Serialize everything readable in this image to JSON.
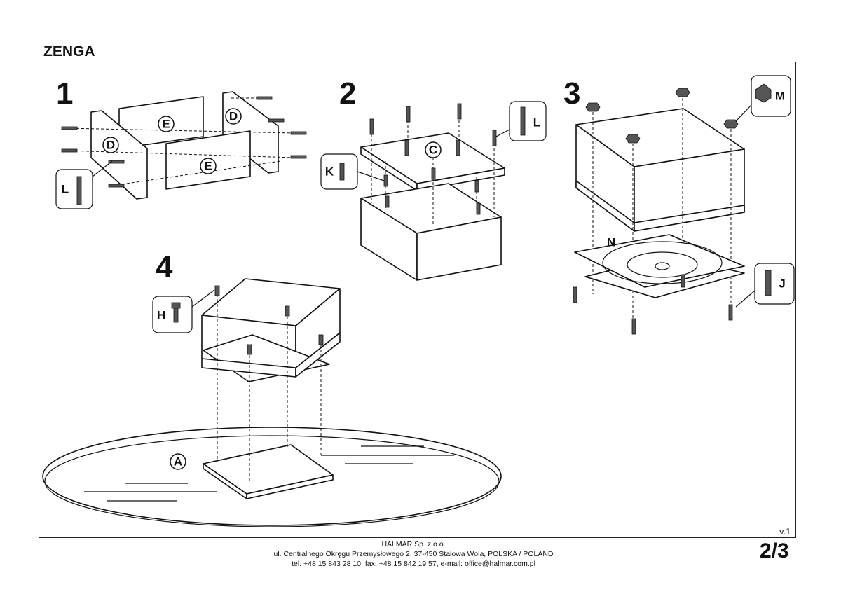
{
  "title": "ZENGA",
  "steps": [
    "1",
    "2",
    "3",
    "4"
  ],
  "parts": {
    "A": "A",
    "C": "C",
    "D": "D",
    "E": "E",
    "H": "H",
    "J": "J",
    "K": "K",
    "L": "L",
    "M": "M",
    "N": "N"
  },
  "version": "v.1",
  "page": "2/3",
  "footer": {
    "company": "HALMAR Sp. z o.o.",
    "address": "ul. Centralnego Okręgu Przemysłowego 2, 37-450 Stalowa Wola, POLSKA / POLAND",
    "contact": "tel. +48 15 843 28 10, fax: +48 15 842 19 57, e-mail: office@halmar.com.pl"
  }
}
